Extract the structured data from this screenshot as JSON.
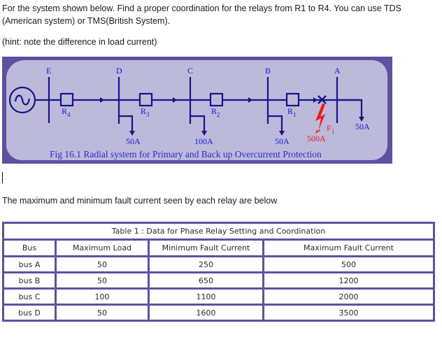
{
  "question": {
    "paragraph1": "For the system shown below. Find a proper coordination for the relays from R1 to R4. You can use TDS (American system) or TMS(British System).",
    "paragraph2": "(hint: note the difference in load current)",
    "paragraph3": "The maximum and minimum fault current seen by each relay are below"
  },
  "diagram": {
    "buses": [
      "E",
      "D",
      "C",
      "B",
      "A"
    ],
    "relays": [
      {
        "name": "R",
        "sub": "4"
      },
      {
        "name": "R",
        "sub": "3"
      },
      {
        "name": "R",
        "sub": "2"
      },
      {
        "name": "R",
        "sub": "1"
      }
    ],
    "loads": [
      "50A",
      "100A",
      "50A",
      "50A"
    ],
    "fault": {
      "label": "F",
      "sub": "1",
      "current": "500A"
    },
    "caption": "Fig 16.1 Radial system for Primary and Back up Overcurrent Protection",
    "colors": {
      "frame": "#5c52a0",
      "panel": "#bdb9da",
      "line": "#14148a",
      "label": "#1a1ad8",
      "fault": "#f01818"
    }
  },
  "table": {
    "title": "Table 1 : Data for Phase Relay Setting and Coordination",
    "headers": [
      "Bus",
      "Maximum Load",
      "Minimum Fault Current",
      "Maximum Fault Current"
    ],
    "rows": [
      [
        "bus A",
        "50",
        "250",
        "500"
      ],
      [
        "bus B",
        "50",
        "650",
        "1200"
      ],
      [
        "bus C",
        "100",
        "1100",
        "2000"
      ],
      [
        "bus D",
        "50",
        "1600",
        "3500"
      ]
    ],
    "border_color": "#5c52a0"
  }
}
